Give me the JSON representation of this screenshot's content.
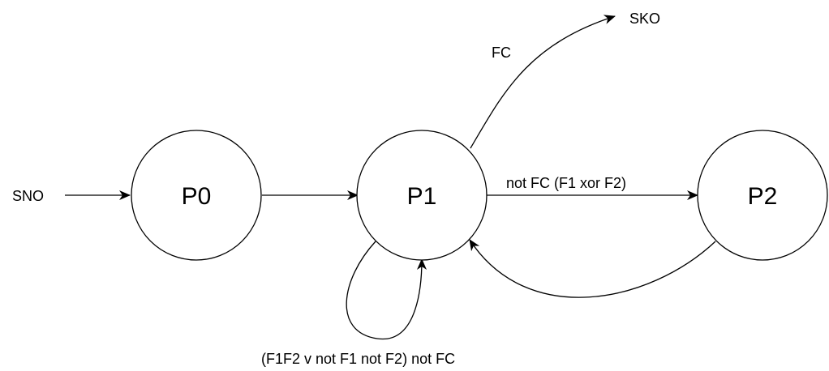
{
  "diagram": {
    "type": "state-machine",
    "colors": {
      "stroke": "#000000",
      "fill": "#ffffff",
      "text": "#000000"
    },
    "terminals": {
      "start": "SNO",
      "end": "SKO"
    },
    "states": [
      {
        "id": "p0",
        "label": "P0"
      },
      {
        "id": "p1",
        "label": "P1"
      },
      {
        "id": "p2",
        "label": "P2"
      }
    ],
    "transitions": [
      {
        "id": "sno-p0",
        "from": "SNO",
        "to": "P0",
        "label": ""
      },
      {
        "id": "p0-p1",
        "from": "P0",
        "to": "P1",
        "label": ""
      },
      {
        "id": "p1-sko",
        "from": "P1",
        "to": "SKO",
        "label": "FC"
      },
      {
        "id": "p1-p2",
        "from": "P1",
        "to": "P2",
        "label": "not FC (F1 xor F2)"
      },
      {
        "id": "p2-p1",
        "from": "P2",
        "to": "P1",
        "label": ""
      },
      {
        "id": "p1-p1",
        "from": "P1",
        "to": "P1",
        "label": "(F1F2 v not F1 not F2) not FC"
      }
    ]
  }
}
